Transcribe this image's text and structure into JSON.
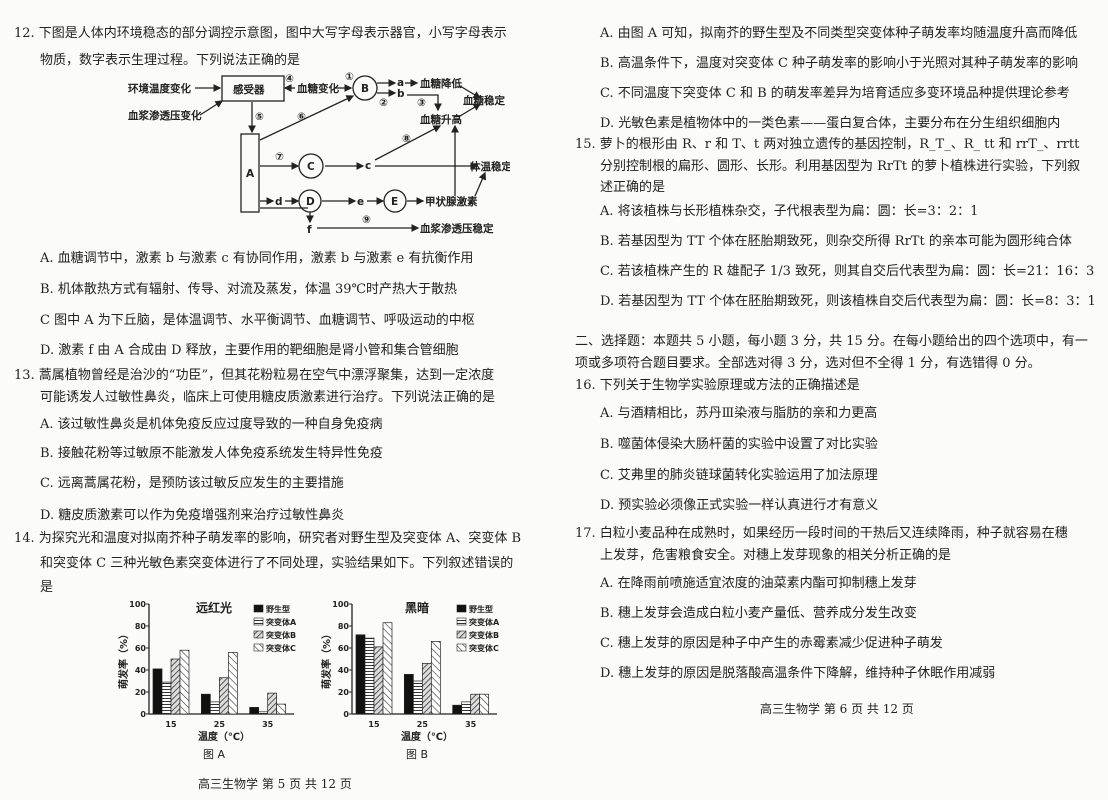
{
  "left": {
    "q12": {
      "stem": [
        "12. 下图是人体内环境稳态的部分调控示意图，图中大写字母表示器官，小写字母表示",
        "物质，数字表示生理过程。下列说法正确的是"
      ],
      "diagram": {
        "env_temp": "环境温度变化",
        "receptor": "感受器",
        "n4": "④",
        "sugar_change": "血糖变化",
        "n1": "①",
        "B": "B",
        "a": "a",
        "sugar_down": "血糖降低",
        "b": "b",
        "n2": "②",
        "n3": "③",
        "sugar_stable": "血糖稳定",
        "plasma_change": "血浆渗透压变化",
        "n5": "⑤",
        "n6": "⑥",
        "sugar_up": "血糖升高",
        "A": "A",
        "n7": "⑦",
        "C": "C",
        "c": "c",
        "n8": "⑧",
        "temp_stable": "体温稳定",
        "d": "d",
        "D": "D",
        "e": "e",
        "E": "E",
        "thyroid": "甲状腺激素",
        "f": "f",
        "n9": "⑨",
        "plasma_stable": "血浆渗透压稳定"
      },
      "options": [
        "A. 血糖调节中，激素 b 与激素 c 有协同作用，激素 b 与激素 e 有抗衡作用",
        "B. 机体散热方式有辐射、传导、对流及蒸发，体温 39℃时产热大于散热",
        "C 图中 A 为下丘脑，是体温调节、水平衡调节、血糖调节、呼吸运动的中枢",
        "D. 激素 f 由 A 合成由 D 释放，主要作用的靶细胞是肾小管和集合管细胞"
      ]
    },
    "q13": {
      "stem": [
        "13. 蒿属植物曾经是治沙的“功臣”，但其花粉粒易在空气中漂浮聚集，达到一定浓度",
        "可能诱发人过敏性鼻炎，临床上可使用糖皮质激素进行治疗。下列说法正确的是"
      ],
      "options": [
        "A. 该过敏性鼻炎是机体免疫反应过度导致的一种自身免疫病",
        "B. 接触花粉等过敏原不能激发人体免疫系统发生特异性免疫",
        "C. 远离蒿属花粉，是预防该过敏反应发生的主要措施",
        "D. 糖皮质激素可以作为免疫增强剂来治疗过敏性鼻炎"
      ]
    },
    "q14": {
      "stem": [
        "14. 为探究光和温度对拟南芥种子萌发率的影响，研究者对野生型及突变体 A、突变体 B",
        "和突变体 C 三种光敏色素突变体进行了不同处理，实验结果如下。下列叙述错误的",
        "是"
      ]
    },
    "footer": "高三生物学 第 5 页 共 12 页"
  },
  "chart_data": [
    {
      "type": "bar",
      "title": "远红光",
      "caption": "图 A",
      "xlabel": "温度（℃）",
      "ylabel": "萌发率（%）",
      "ylim": [
        0,
        100
      ],
      "yticks": [
        "0",
        "20",
        "40",
        "60",
        "80",
        "100"
      ],
      "categories": [
        "15",
        "25",
        "35"
      ],
      "series": [
        {
          "name": "野生型",
          "values": [
            41,
            18,
            6
          ]
        },
        {
          "name": "突变体A",
          "values": [
            29,
            11,
            2
          ]
        },
        {
          "name": "突变体B",
          "values": [
            50,
            33,
            19
          ]
        },
        {
          "name": "突变体C",
          "values": [
            58,
            56,
            9
          ]
        }
      ],
      "legend": "top-right"
    },
    {
      "type": "bar",
      "title": "黑暗",
      "caption": "图 B",
      "xlabel": "温度（℃）",
      "ylabel": "萌发率（%）",
      "ylim": [
        0,
        100
      ],
      "yticks": [
        "0",
        "20",
        "40",
        "60",
        "80",
        "100"
      ],
      "categories": [
        "15",
        "25",
        "35"
      ],
      "series": [
        {
          "name": "野生型",
          "values": [
            72,
            36,
            8
          ]
        },
        {
          "name": "突变体A",
          "values": [
            69,
            30,
            11
          ]
        },
        {
          "name": "突变体B",
          "values": [
            61,
            46,
            18
          ]
        },
        {
          "name": "突变体C",
          "values": [
            83,
            66,
            18
          ]
        }
      ],
      "legend": "top-right"
    }
  ],
  "right": {
    "q14_options": [
      "A. 由图 A 可知，拟南芥的野生型及不同类型突变体种子萌发率均随温度升高而降低",
      "B. 高温条件下，温度对突变体 C 种子萌发率的影响小于光照对其种子萌发率的影响",
      "C. 不同温度下突变体 C 和 B 的萌发率差异为培育适应多变环境品种提供理论参考",
      "D. 光敏色素是植物体中的一类色素——蛋白复合体，主要分布在分生组织细胞内"
    ],
    "q15": {
      "stem": [
        "15. 萝卜的根形由 R、r 和 T、t 两对独立遗传的基因控制，R_T_、R_ tt 和 rrT_、rrtt",
        "分别控制根的扁形、圆形、长形。利用基因型为 RrTt 的萝卜植株进行实验，下列叙",
        "述正确的是"
      ],
      "options": [
        "A. 将该植株与长形植株杂交，子代根表型为扁：圆：长=3：2：1",
        "B. 若基因型为 TT 个体在胚胎期致死，则杂交所得 RrTt 的亲本可能为圆形纯合体",
        "C. 若该植株产生的 R 雄配子 1/3 致死，则其自交后代表型为扁：圆：长=21：16：3",
        "D. 若基因型为 TT 个体在胚胎期致死，则该植株自交后代表型为扁：圆：长=8：3：1"
      ]
    },
    "section2": [
      "二、选择题：本题共 5 小题，每小题 3 分，共 15 分。在每小题给出的四个选项中，有一",
      "项或多项符合题目要求。全部选对得 3 分，选对但不全得 1 分，有选错得 0 分。"
    ],
    "q16": {
      "stem": [
        "16. 下列关于生物学实验原理或方法的正确描述是"
      ],
      "options": [
        "A. 与酒精相比，苏丹Ⅲ染液与脂肪的亲和力更高",
        "B. 噬菌体侵染大肠杆菌的实验中设置了对比实验",
        "C. 艾弗里的肺炎链球菌转化实验运用了加法原理",
        "D. 预实验必须像正式实验一样认真进行才有意义"
      ]
    },
    "q17": {
      "stem": [
        "17. 白粒小麦品种在成熟时，如果经历一段时间的干热后又连续降雨，种子就容易在穗",
        "上发芽，危害粮食安全。对穗上发芽现象的相关分析正确的是"
      ],
      "options": [
        "A. 在降雨前喷施适宜浓度的油菜素内酯可抑制穗上发芽",
        "B. 穗上发芽会造成白粒小麦产量低、营养成分发生改变",
        "C. 穗上发芽的原因是种子中产生的赤霉素减少促进种子萌发",
        "D. 穗上发芽的原因是脱落酸高温条件下降解，维持种子休眠作用减弱"
      ]
    },
    "footer": "高三生物学 第 6 页 共 12 页"
  }
}
